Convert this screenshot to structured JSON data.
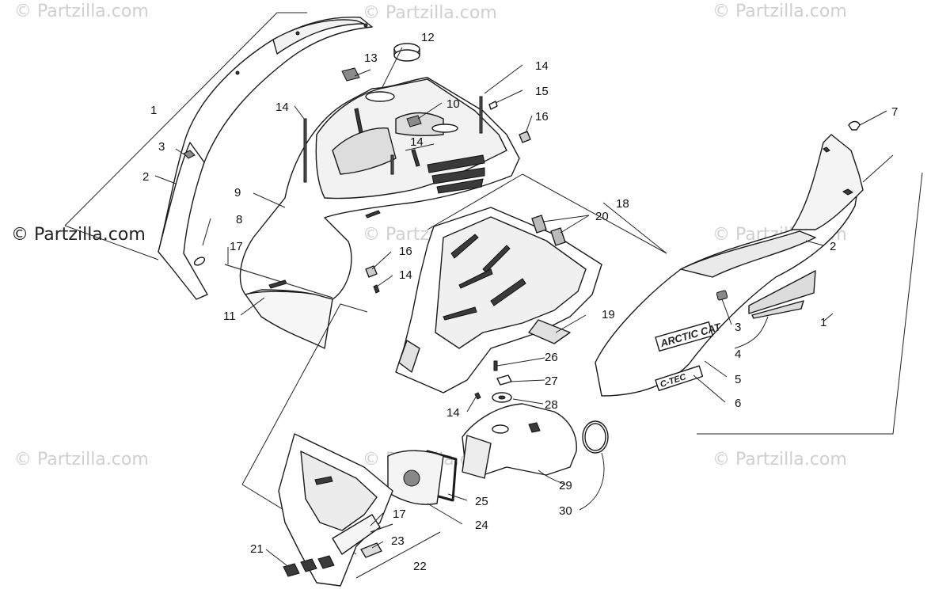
{
  "watermarks": {
    "top_left": "© Partzilla.com",
    "top_center": "© Partzilla.com",
    "top_right": "© Partzilla.com",
    "main_left": "© Partzilla.com",
    "mid_center": "© Partzilla.com",
    "mid_right": "© Partzilla.com",
    "bottom_left": "© Partzilla.com",
    "bottom_center": "© Partzilla.com",
    "bottom_right": "© Partzilla.com"
  },
  "decals": {
    "arctic_cat": "ARCTIC CAT",
    "ctec": "C-TEC"
  },
  "callouts": {
    "c1_left": "1",
    "c1_right": "1",
    "c2_left": "2",
    "c2_right": "2",
    "c3_left": "3",
    "c3_right": "3",
    "c4": "4",
    "c5": "5",
    "c6": "6",
    "c7": "7",
    "c8": "8",
    "c9": "9",
    "c10": "10",
    "c11": "11",
    "c12": "12",
    "c13": "13",
    "c14_a": "14",
    "c14_b": "14",
    "c14_c": "14",
    "c14_d": "14",
    "c14_e": "14",
    "c15": "15",
    "c16_a": "16",
    "c16_b": "16",
    "c17_a": "17",
    "c17_b": "17",
    "c18": "18",
    "c19": "19",
    "c20": "20",
    "c21": "21",
    "c22": "22",
    "c23": "23",
    "c24": "24",
    "c25": "25",
    "c26": "26",
    "c27": "27",
    "c28": "28",
    "c29": "29",
    "c30": "30"
  }
}
